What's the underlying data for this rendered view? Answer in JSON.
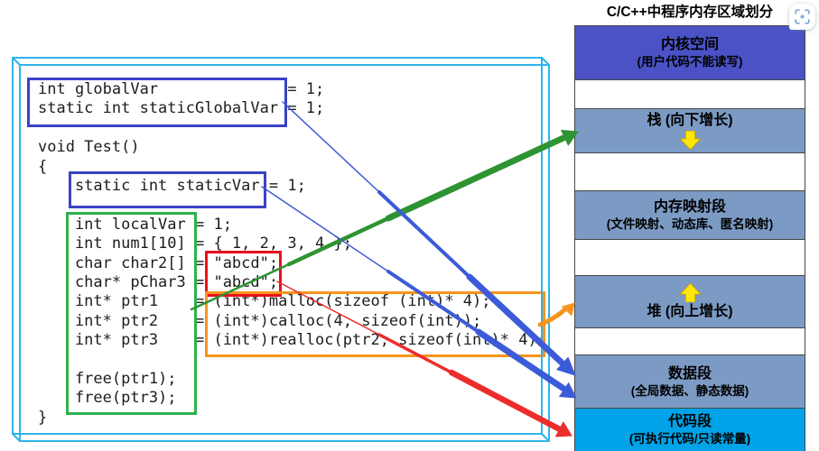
{
  "memory": {
    "title": "C/C++中程序内存区域划分",
    "segments": [
      {
        "label": "内核空间",
        "sublabel": "(用户代码不能读写)"
      },
      {
        "label": "栈 (向下增长)",
        "sublabel": ""
      },
      {
        "label": "内存映射段",
        "sublabel": "(文件映射、动态库、匿名映射)"
      },
      {
        "label": "堆 (向上增长)",
        "sublabel": ""
      },
      {
        "label": "数据段",
        "sublabel": "(全局数据、静态数据)"
      },
      {
        "label": "代码段",
        "sublabel": "(可执行代码/只读常量)"
      }
    ]
  },
  "code": {
    "lines": [
      "int globalVar              = 1;",
      "static int staticGlobalVar = 1;",
      "",
      "void Test()",
      "{",
      "    static int staticVar = 1;",
      "",
      "    int localVar = 1;",
      "    int num1[10] = { 1, 2, 3, 4 };",
      "    char char2[] = \"abcd\";",
      "    char* pChar3 = \"abcd\";",
      "    int* ptr1    = (int*)malloc(sizeof (int)* 4);",
      "    int* ptr2    = (int*)calloc(4, sizeof(int));",
      "    int* ptr3    = (int*)realloc(ptr2, sizeof(int)* 4);",
      "",
      "    free(ptr1);",
      "    free(ptr3);",
      "}"
    ]
  },
  "annotations": {
    "boxes": [
      {
        "id": "globals-box",
        "meaning": "global / static global variables",
        "color": "#3a42c6"
      },
      {
        "id": "static-var-box",
        "meaning": "local static variable",
        "color": "#3a42c6"
      },
      {
        "id": "locals-box",
        "meaning": "local variables and free calls",
        "color": "#2eb14c"
      },
      {
        "id": "string-literal-box",
        "meaning": "\"abcd\" string literals",
        "color": "#e8101e"
      },
      {
        "id": "heap-alloc-box",
        "meaning": "malloc / calloc / realloc calls",
        "color": "#f7941d"
      }
    ],
    "arrows": [
      {
        "id": "arrow-stack",
        "from": "locals-box",
        "to": "栈 (向下增长)",
        "color": "#2e9332"
      },
      {
        "id": "arrow-data-1",
        "from": "globals-box",
        "to": "数据段",
        "color": "#3c5bd8"
      },
      {
        "id": "arrow-data-2",
        "from": "static-var-box",
        "to": "数据段",
        "color": "#3c5bd8"
      },
      {
        "id": "arrow-heap",
        "from": "heap-alloc-box",
        "to": "堆 (向上增长)",
        "color": "#f7941d"
      },
      {
        "id": "arrow-code",
        "from": "string-literal-box",
        "to": "代码段",
        "color": "#ed2c2c"
      }
    ]
  },
  "colors": {
    "kernel_block": "#4a52c6",
    "steel_block": "#7c9bc4",
    "code_block": "#00a3e8",
    "frame_cyan": "#2fb4ea",
    "grow_arrow_yellow": "#ffe60a"
  },
  "icons": {
    "image_search": "viewfinder-with-dot"
  }
}
